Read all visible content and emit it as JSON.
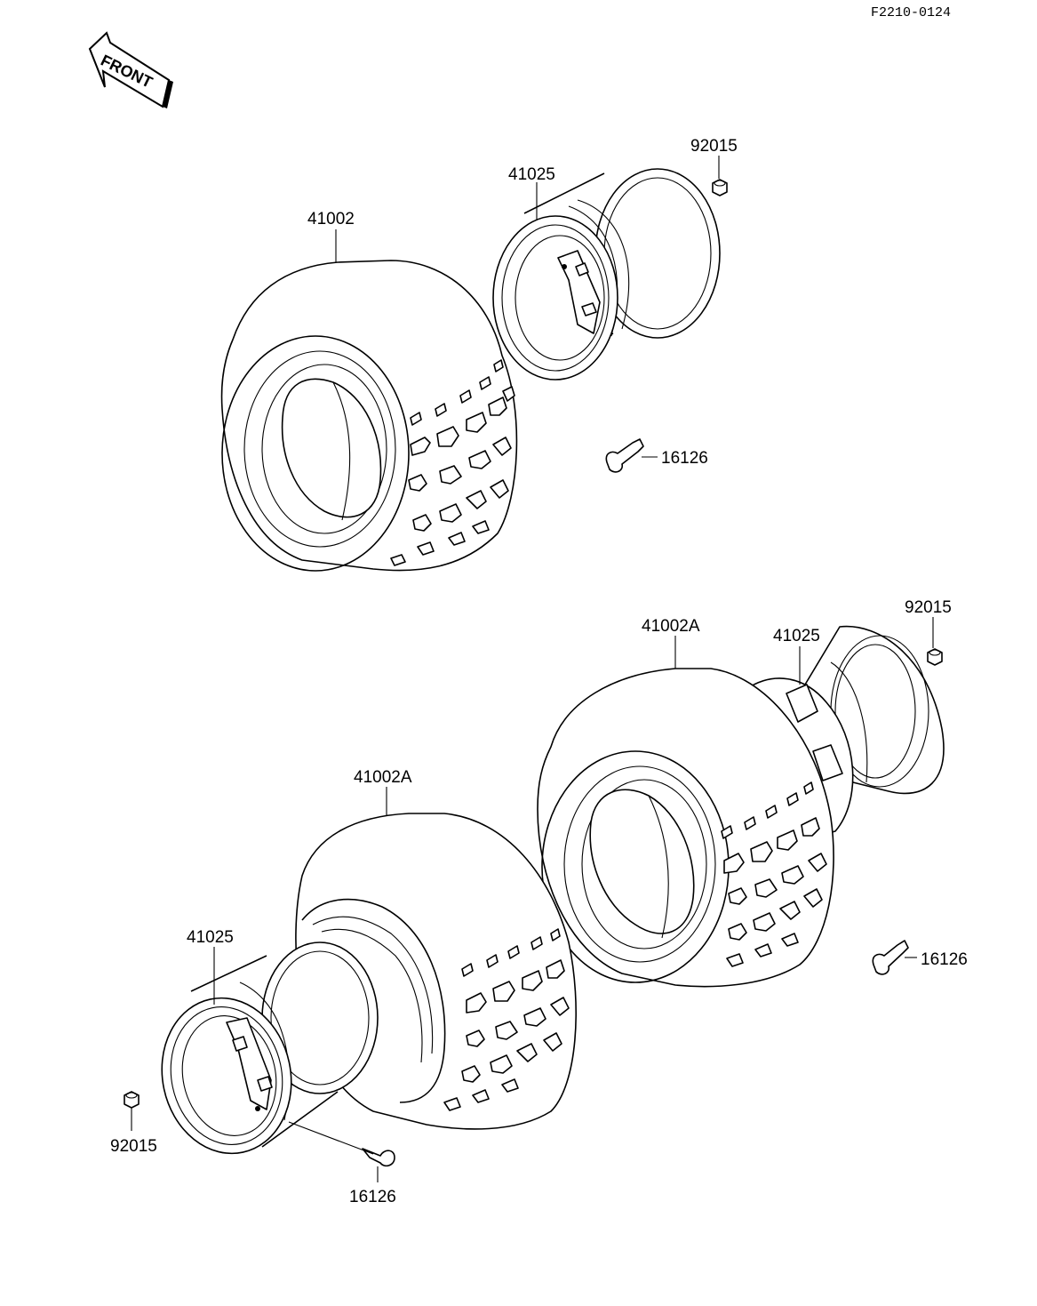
{
  "diagram": {
    "reference_code": "F2210-0124",
    "front_label": "FRONT",
    "parts": {
      "tire_front": "41002",
      "wheel_front": "41025",
      "nut_front": "92015",
      "valve_front": "16126",
      "tire_rear_right": "41002A",
      "wheel_rear_right": "41025",
      "nut_rear_right": "92015",
      "valve_rear_right": "16126",
      "tire_rear_left": "41002A",
      "wheel_rear_left": "41025",
      "nut_rear_left": "92015",
      "valve_rear_left": "16126"
    }
  }
}
